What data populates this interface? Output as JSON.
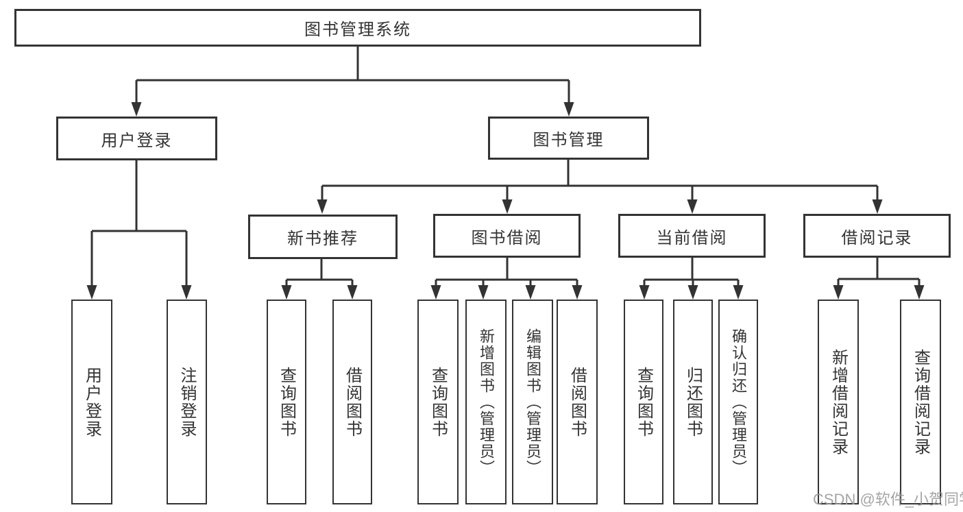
{
  "page": {
    "background": "#ffffff"
  },
  "watermark": {
    "text": "CSDN @软件_小贺同学",
    "color": "#9b9b9b"
  },
  "diagram": {
    "type": "tree",
    "line_color": "#333333",
    "text_color": "#333333",
    "root": {
      "label": "图书管理系统",
      "children": [
        {
          "label": "用户登录",
          "children": [
            {
              "label": "用户登录"
            },
            {
              "label": "注销登录"
            }
          ]
        },
        {
          "label": "图书管理",
          "children": [
            {
              "label": "新书推荐",
              "children": [
                {
                  "label": "查询图书"
                },
                {
                  "label": "借阅图书"
                }
              ]
            },
            {
              "label": "图书借阅",
              "children": [
                {
                  "label": "查询图书"
                },
                {
                  "label": "新增图书（管理员）"
                },
                {
                  "label": "编辑图书（管理员）"
                },
                {
                  "label": "借阅图书"
                }
              ]
            },
            {
              "label": "当前借阅",
              "children": [
                {
                  "label": "查询图书"
                },
                {
                  "label": "归还图书"
                },
                {
                  "label": "确认归还（管理员）"
                }
              ]
            },
            {
              "label": "借阅记录",
              "children": [
                {
                  "label": "新增借阅记录"
                },
                {
                  "label": "查询借阅记录"
                }
              ]
            }
          ]
        }
      ]
    }
  }
}
